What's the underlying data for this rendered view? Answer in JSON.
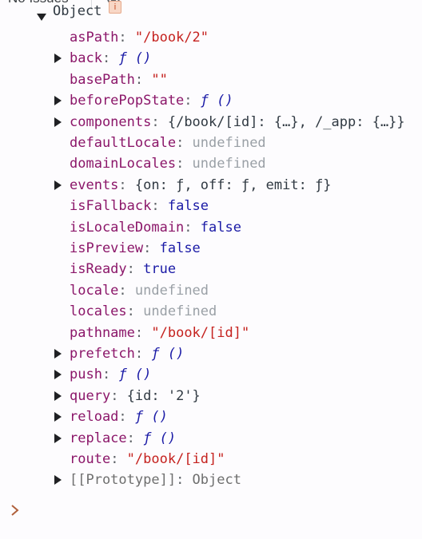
{
  "toolbar": {
    "issues_label": "No Issues",
    "settings_icon": "gear-icon"
  },
  "console": {
    "object_label": "Object",
    "info_badge": "i",
    "prompt_icon": "chevron-right-icon",
    "props": [
      {
        "key": "asPath",
        "value": "\"/book/2\"",
        "kind": "str",
        "expandable": false
      },
      {
        "key": "back",
        "value": "ƒ ()",
        "kind": "fn",
        "expandable": true
      },
      {
        "key": "basePath",
        "value": "\"\"",
        "kind": "str",
        "expandable": false
      },
      {
        "key": "beforePopState",
        "value": "ƒ ()",
        "kind": "fn",
        "expandable": true
      },
      {
        "key": "components",
        "value": "{/book/[id]: {…}, /_app: {…}}",
        "kind": "plain",
        "expandable": true
      },
      {
        "key": "defaultLocale",
        "value": "undefined",
        "kind": "undef",
        "expandable": false
      },
      {
        "key": "domainLocales",
        "value": "undefined",
        "kind": "undef",
        "expandable": false
      },
      {
        "key": "events",
        "value": "{on: ƒ, off: ƒ, emit: ƒ}",
        "kind": "plain",
        "expandable": true
      },
      {
        "key": "isFallback",
        "value": "false",
        "kind": "bool",
        "expandable": false
      },
      {
        "key": "isLocaleDomain",
        "value": "false",
        "kind": "bool",
        "expandable": false
      },
      {
        "key": "isPreview",
        "value": "false",
        "kind": "bool",
        "expandable": false
      },
      {
        "key": "isReady",
        "value": "true",
        "kind": "bool",
        "expandable": false
      },
      {
        "key": "locale",
        "value": "undefined",
        "kind": "undef",
        "expandable": false
      },
      {
        "key": "locales",
        "value": "undefined",
        "kind": "undef",
        "expandable": false
      },
      {
        "key": "pathname",
        "value": "\"/book/[id]\"",
        "kind": "str",
        "expandable": false
      },
      {
        "key": "prefetch",
        "value": "ƒ ()",
        "kind": "fn",
        "expandable": true
      },
      {
        "key": "push",
        "value": "ƒ ()",
        "kind": "fn",
        "expandable": true
      },
      {
        "key": "query",
        "value": "{id: '2'}",
        "kind": "plain",
        "expandable": true
      },
      {
        "key": "reload",
        "value": "ƒ ()",
        "kind": "fn",
        "expandable": true
      },
      {
        "key": "replace",
        "value": "ƒ ()",
        "kind": "fn",
        "expandable": true
      },
      {
        "key": "route",
        "value": "\"/book/[id]\"",
        "kind": "str",
        "expandable": false
      },
      {
        "key": "[[Prototype]]",
        "value": "Object",
        "kind": "proto",
        "expandable": true
      }
    ]
  }
}
